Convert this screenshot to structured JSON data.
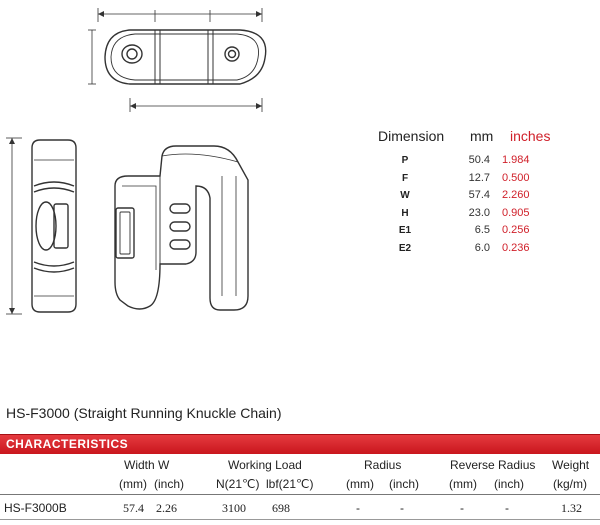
{
  "dimensions": {
    "header": {
      "label": "Dimension",
      "mm": "mm",
      "inches": "inches"
    },
    "rows": [
      {
        "code": "P",
        "mm": "50.4",
        "inches": "1.984"
      },
      {
        "code": "F",
        "mm": "12.7",
        "inches": "0.500"
      },
      {
        "code": "W",
        "mm": "57.4",
        "inches": "2.260"
      },
      {
        "code": "H",
        "mm": "23.0",
        "inches": "0.905"
      },
      {
        "code": "E1",
        "mm": "6.5",
        "inches": "0.256"
      },
      {
        "code": "E2",
        "mm": "6.0",
        "inches": "0.236"
      }
    ]
  },
  "title": "HS-F3000 (Straight Running Knuckle Chain)",
  "characteristics": {
    "label": "CHARACTERISTICS",
    "headers": {
      "width": "Width  W",
      "working_load": "Working Load",
      "radius": "Radius",
      "reverse_radius": "Reverse Radius",
      "weight": "Weight"
    },
    "subheaders": {
      "width_mm": "(mm)",
      "width_inch": "(inch)",
      "load_n": "N(21℃)",
      "load_lbf": "lbf(21℃)",
      "radius_mm": "(mm)",
      "radius_inch": "(inch)",
      "rev_mm": "(mm)",
      "rev_inch": "(inch)",
      "weight_unit": "(kg/m)"
    },
    "row": {
      "model": "HS-F3000B",
      "width_mm": "57.4",
      "width_inch": "2.26",
      "load_n": "3100",
      "load_lbf": "698",
      "radius_mm": "-",
      "radius_inch": "-",
      "rev_mm": "-",
      "rev_inch": "-",
      "weight": "1.32"
    }
  },
  "colors": {
    "accent": "#d0202a",
    "bar": "#c9161d"
  }
}
